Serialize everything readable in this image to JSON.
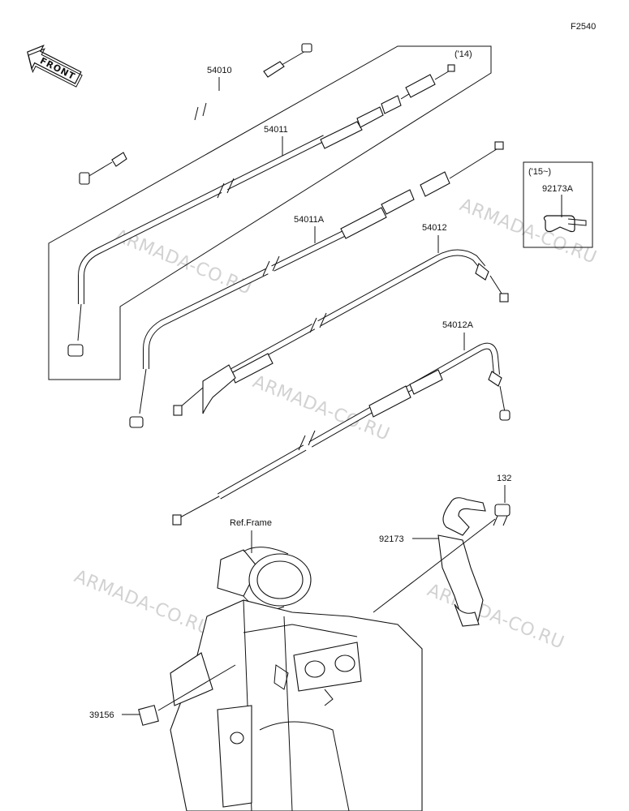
{
  "figure_code": "F2540",
  "front_label": "FRONT",
  "watermark": "ARMADA-CO.RU",
  "labels": {
    "p54010": "54010",
    "p54011": "54011",
    "p54011a": "54011A",
    "p54012": "54012",
    "p54012a": "54012A",
    "p92173a": "92173A",
    "p92173": "92173",
    "p132": "132",
    "p39156": "39156",
    "ref_frame": "Ref.Frame",
    "year14": "('14)",
    "year15": "('15~)"
  }
}
